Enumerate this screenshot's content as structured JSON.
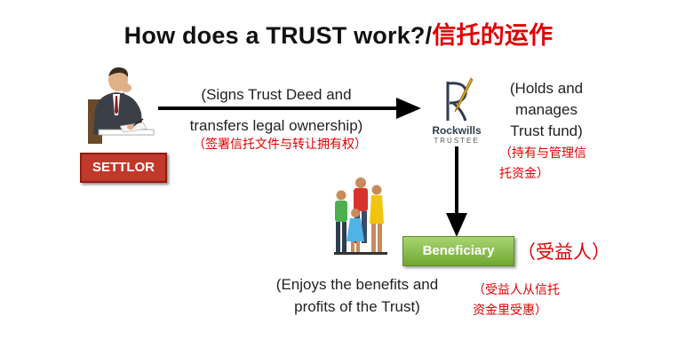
{
  "title": {
    "en": "How does a TRUST work?/",
    "cn": "信托的运作"
  },
  "settlor": {
    "label": "SETTLOR"
  },
  "arrow_label": {
    "en_line1": "(Signs Trust Deed and",
    "en_line2": "transfers legal ownership)",
    "cn": "（签署信托文件与转让拥有权）"
  },
  "trustee": {
    "name": "Rockwills",
    "sub": "TRUSTEE",
    "desc_en_line1": "(Holds and",
    "desc_en_line2": "manages",
    "desc_en_line3": "Trust fund)",
    "desc_cn_line1": "（持有与管理信",
    "desc_cn_line2": "托资金）"
  },
  "beneficiary": {
    "label": "Beneficiary",
    "cn": "（受益人）",
    "desc_en_line1": "(Enjoys the benefits and",
    "desc_en_line2": "profits of the Trust)",
    "desc_cn_line1": "（受益人从信托",
    "desc_cn_line2": "资金里受惠）"
  },
  "colors": {
    "title_cn": "#e00000",
    "settlor_box": "#c0392b",
    "beneficiary_box": "#7cb342",
    "arrow": "#000000"
  },
  "icons": {
    "settlor": "thinking-man-at-desk-icon",
    "trustee": "rockwills-logo-icon",
    "beneficiaries": "family-group-icon"
  }
}
